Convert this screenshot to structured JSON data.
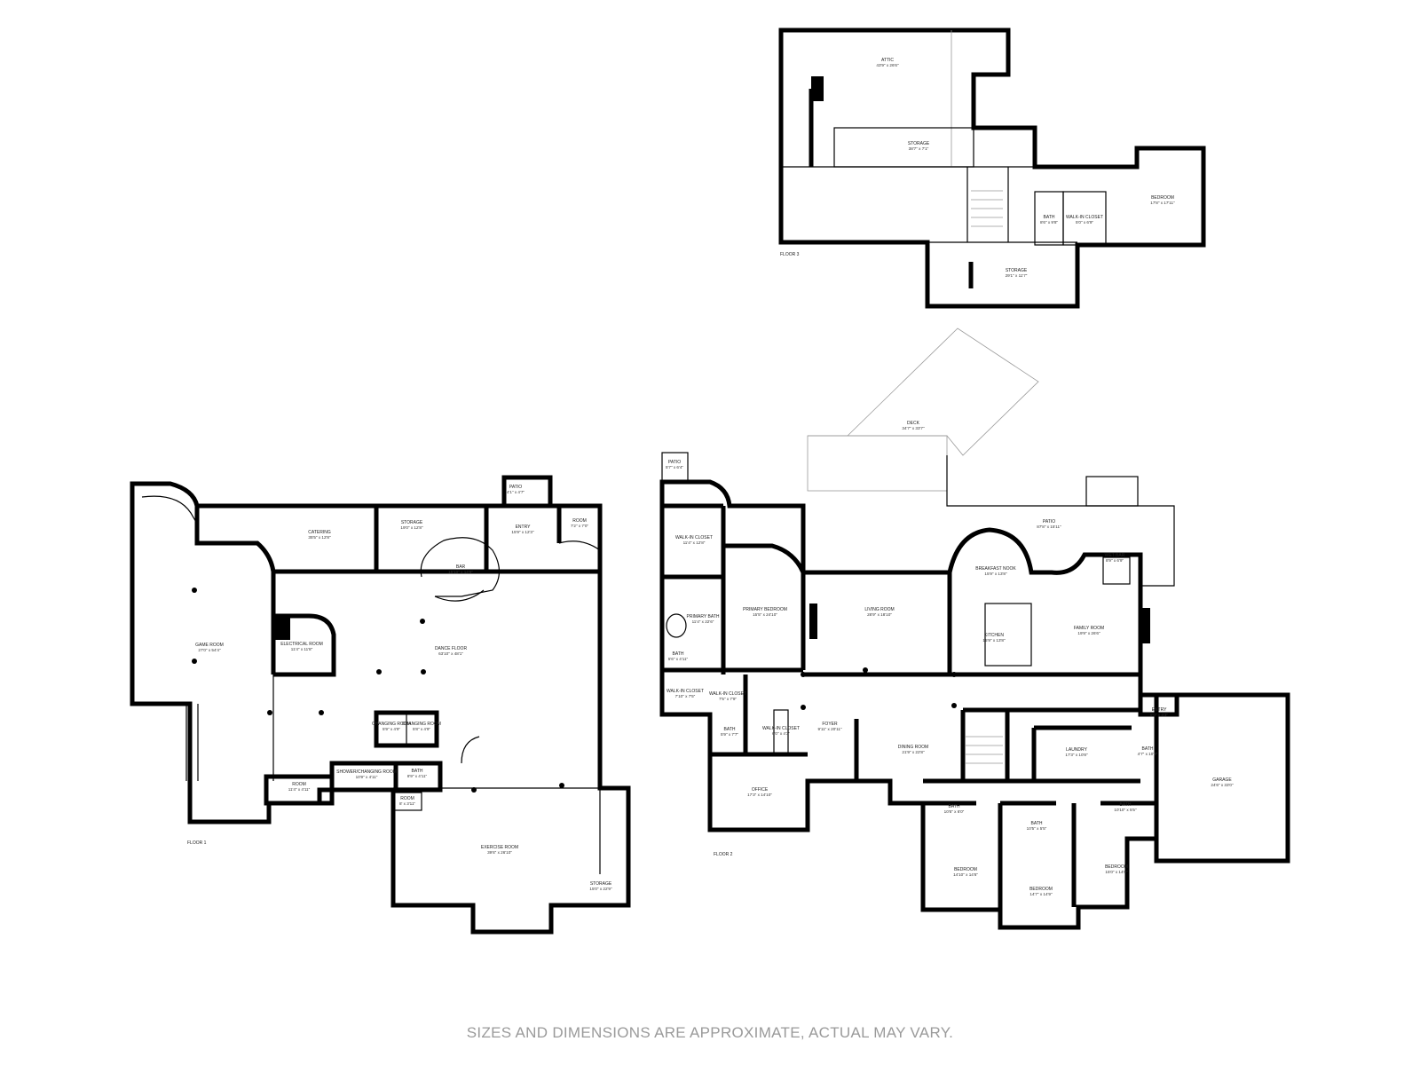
{
  "floors": {
    "floor1": {
      "label": "FLOOR 1",
      "rooms": [
        {
          "id": "game-room",
          "name": "GAME ROOM",
          "dim": "27'0\" x 54'4\""
        },
        {
          "id": "catering",
          "name": "CATERING",
          "dim": "35'5\" x 12'8\""
        },
        {
          "id": "storage-f1",
          "name": "STORAGE",
          "dim": "19'0\" x 12'8\""
        },
        {
          "id": "patio-f1",
          "name": "PATIO",
          "dim": "4'1\" x 4'7\""
        },
        {
          "id": "entry-f1",
          "name": "ENTRY",
          "dim": "15'9\" x 12'3\""
        },
        {
          "id": "room-f1a",
          "name": "ROOM",
          "dim": "7'2\" x 7'0\""
        },
        {
          "id": "bar",
          "name": "BAR",
          "dim": "15'10\" x 14'9\""
        },
        {
          "id": "electrical-room",
          "name": "ELECTRICAL ROOM",
          "dim": "11'4\" x 11'8\""
        },
        {
          "id": "dance-floor",
          "name": "DANCE FLOOR",
          "dim": "63'10\" x 48'1\""
        },
        {
          "id": "changing-room-1",
          "name": "CHANGING ROOM",
          "dim": "5'9\" x 4'9\""
        },
        {
          "id": "changing-room-2",
          "name": "CHANGING ROOM",
          "dim": "5'8\" x 4'9\""
        },
        {
          "id": "shower-changing-room",
          "name": "SHOWER/CHANGING ROOM",
          "dim": "10'9\" x 4'11\""
        },
        {
          "id": "bath-f1",
          "name": "BATH",
          "dim": "8'9\" x 4'11\""
        },
        {
          "id": "room-f1b",
          "name": "ROOM",
          "dim": "11'4\" x 4'11\""
        },
        {
          "id": "room-f1c",
          "name": "ROOM",
          "dim": "8' x 3'11\""
        },
        {
          "id": "exercise-room",
          "name": "EXERCISE ROOM",
          "dim": "39'6\" x 26'10\""
        },
        {
          "id": "storage-f1b",
          "name": "STORAGE",
          "dim": "15'0\" x 22'9\""
        }
      ]
    },
    "floor2": {
      "label": "FLOOR 2",
      "rooms": [
        {
          "id": "deck",
          "name": "DECK",
          "dim": "34'7\" x 33'7\""
        },
        {
          "id": "patio-f2a",
          "name": "PATIO",
          "dim": "5'7\" x 6'4\""
        },
        {
          "id": "patio-f2b",
          "name": "PATIO",
          "dim": "87'8\" x 15'11\""
        },
        {
          "id": "walk-in-closet-1",
          "name": "WALK-IN CLOSET",
          "dim": "11'4\" x 12'8\""
        },
        {
          "id": "primary-bedroom",
          "name": "PRIMARY BEDROOM",
          "dim": "15'5\" x 24'10\""
        },
        {
          "id": "primary-bath",
          "name": "PRIMARY BATH",
          "dim": "11'4\" x 22'6\""
        },
        {
          "id": "bath-f2a",
          "name": "BATH",
          "dim": "5'6\" x 4'11\""
        },
        {
          "id": "walk-in-closet-2",
          "name": "WALK-IN CLOSET",
          "dim": "7'10\" x 7'5\""
        },
        {
          "id": "walk-in-closet-3",
          "name": "WALK-IN CLOSET",
          "dim": "7'5\" x 7'9\""
        },
        {
          "id": "living-room",
          "name": "LIVING ROOM",
          "dim": "28'9\" x 18'10\""
        },
        {
          "id": "breakfast-nook",
          "name": "BREAKFAST NOOK",
          "dim": "15'9\" x 13'8\""
        },
        {
          "id": "wet-bar",
          "name": "WET BAR",
          "dim": "8'9\" x 6'9\""
        },
        {
          "id": "kitchen",
          "name": "KITCHEN",
          "dim": "15'9\" x 13'8\""
        },
        {
          "id": "family-room",
          "name": "FAMILY ROOM",
          "dim": "19'9\" x 26'6\""
        },
        {
          "id": "bath-f2b",
          "name": "BATH",
          "dim": "5'9\" x 7'7\""
        },
        {
          "id": "walk-in-closet-4",
          "name": "WALK-IN CLOSET",
          "dim": "6'0\" x 4'3\""
        },
        {
          "id": "foyer",
          "name": "FOYER",
          "dim": "9'11\" x 20'11\""
        },
        {
          "id": "dining-room",
          "name": "DINING ROOM",
          "dim": "21'9\" x 22'8\""
        },
        {
          "id": "office",
          "name": "OFFICE",
          "dim": "17'3\" x 14'10\""
        },
        {
          "id": "laundry",
          "name": "LAUNDRY",
          "dim": "17'3\" x 10'8\""
        },
        {
          "id": "entry-f2",
          "name": "ENTRY",
          "dim": "8'0\" x 4'3\""
        },
        {
          "id": "bath-f2c",
          "name": "BATH",
          "dim": "4'7\" x 10'8\""
        },
        {
          "id": "garage",
          "name": "GARAGE",
          "dim": "24'6\" x 33'0\""
        },
        {
          "id": "bath-f2d",
          "name": "BATH",
          "dim": "10'6\" x 6'0\""
        },
        {
          "id": "bath-f2e",
          "name": "BATH",
          "dim": "10'5\" x 5'5\""
        },
        {
          "id": "bath-f2f",
          "name": "BATH",
          "dim": "10'10\" x 5'5\""
        },
        {
          "id": "bedroom-f2a",
          "name": "BEDROOM",
          "dim": "14'10\" x 14'6\""
        },
        {
          "id": "bedroom-f2b",
          "name": "BEDROOM",
          "dim": "14'7\" x 14'9\""
        },
        {
          "id": "bedroom-f2c",
          "name": "BEDROOM",
          "dim": "15'0\" x 14'6\""
        }
      ]
    },
    "floor3": {
      "label": "FLOOR 3",
      "rooms": [
        {
          "id": "attic",
          "name": "ATTIC",
          "dim": "43'9\" x 26'6\""
        },
        {
          "id": "storage-f3a",
          "name": "STORAGE",
          "dim": "38'7\" x 7'1\""
        },
        {
          "id": "bath-f3",
          "name": "BATH",
          "dim": "8'6\" x 9'8\""
        },
        {
          "id": "walk-in-closet-f3",
          "name": "WALK-IN CLOSET",
          "dim": "5'0\" x 6'9\""
        },
        {
          "id": "bedroom-f3",
          "name": "BEDROOM",
          "dim": "17'8\" x 17'11\""
        },
        {
          "id": "storage-f3b",
          "name": "STORAGE",
          "dim": "29'1\" x 11'7\""
        }
      ]
    }
  },
  "disclaimer": "SIZES AND DIMENSIONS ARE APPROXIMATE, ACTUAL MAY VARY."
}
